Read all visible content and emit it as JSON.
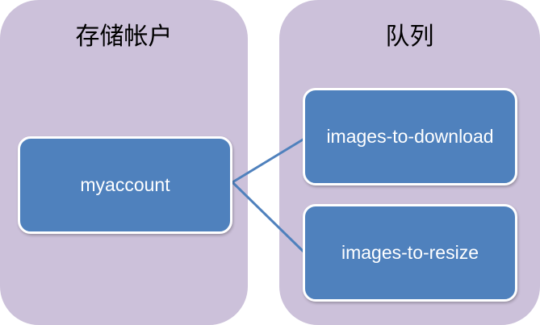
{
  "panels": {
    "storage": {
      "title": "存储帐户"
    },
    "queues": {
      "title": "队列"
    }
  },
  "nodes": {
    "account": {
      "label": "myaccount"
    },
    "queue_download": {
      "label": "images-to-download"
    },
    "queue_resize": {
      "label": "images-to-resize"
    }
  },
  "colors": {
    "panel_fill": "#ccc1da",
    "node_fill": "#4f81bd",
    "node_border": "#ffffff",
    "connector": "#4f81bd"
  }
}
